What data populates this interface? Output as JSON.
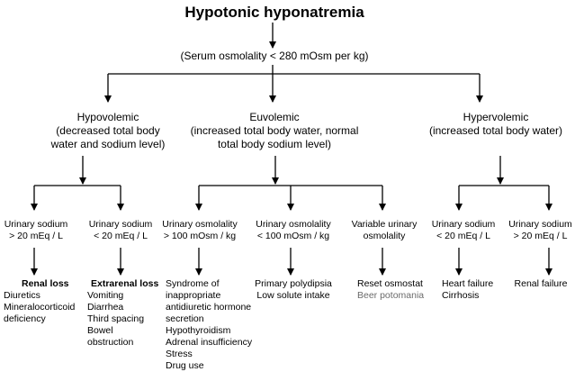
{
  "title": "Hypotonic hyponatremia",
  "subtitle": "(Serum osmolality < 280 mOsm per kg)",
  "categories": {
    "hypovolemic": [
      "Hypovolemic",
      "(decreased total body",
      "water and sodium level)"
    ],
    "euvolemic": [
      "Euvolemic",
      "(increased total body water, normal",
      "total body sodium level)"
    ],
    "hypervolemic": [
      "Hypervolemic",
      "(increased total body water)"
    ]
  },
  "tests": {
    "hypo_high": [
      "Urinary sodium",
      "> 20 mEq / L"
    ],
    "hypo_low": [
      "Urinary sodium",
      "< 20 mEq / L"
    ],
    "eu_high": [
      "Urinary osmolality",
      "> 100 mOsm / kg"
    ],
    "eu_low": [
      "Urinary osmolality",
      "< 100 mOsm / kg"
    ],
    "eu_var": [
      "Variable urinary",
      "osmolality"
    ],
    "hyper_low": [
      "Urinary sodium",
      "< 20 mEq / L"
    ],
    "hyper_high": [
      "Urinary sodium",
      "> 20 mEq / L"
    ]
  },
  "outcomes": {
    "renal_loss": {
      "heading": "Renal loss",
      "items": [
        "Diuretics",
        "Mineralocorticoid",
        "deficiency"
      ]
    },
    "extrarenal_loss": {
      "heading": "Extrarenal loss",
      "items": [
        "Vomiting",
        "Diarrhea",
        "Third spacing",
        "Bowel",
        "obstruction"
      ]
    },
    "eu_high": {
      "items": [
        "Syndrome of",
        "inappropriate",
        "antidiuretic hormone",
        "secretion",
        "Hypothyroidism",
        "Adrenal insufficiency",
        "Stress",
        "Drug use"
      ]
    },
    "eu_low": {
      "items": [
        "Primary polydipsia",
        "Low solute intake"
      ]
    },
    "eu_var": {
      "items": [
        "Reset osmostat",
        "Beer potomania"
      ]
    },
    "hyper_low": {
      "items": [
        "Heart failure",
        "Cirrhosis"
      ]
    },
    "hyper_high": {
      "items": [
        "Renal failure"
      ]
    }
  },
  "colors": {
    "line": "#000000",
    "muted_text": "#6b6b6b"
  }
}
